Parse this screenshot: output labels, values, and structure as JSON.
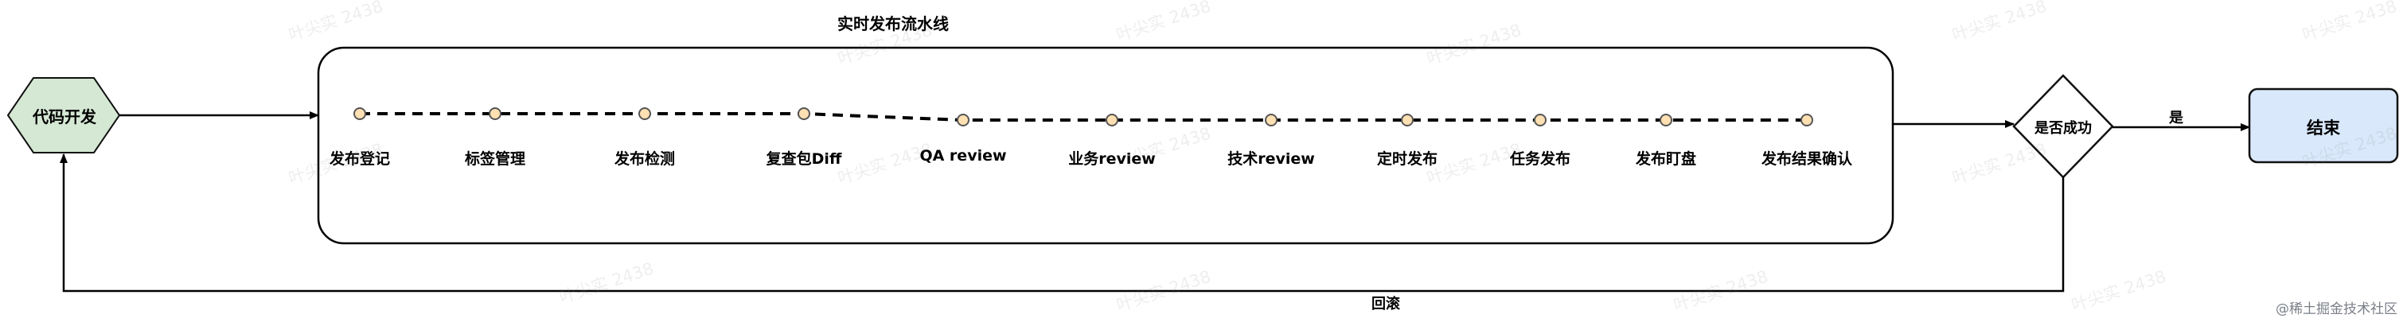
{
  "diagram": {
    "title": "实时发布流水线",
    "start_node": "代码开发",
    "decision_node": "是否成功",
    "end_node": "结束",
    "yes_label": "是",
    "rollback_label": "回滚",
    "stages": [
      "发布登记",
      "标签管理",
      "发布检测",
      "复查包Diff",
      "QA review",
      "业务review",
      "技术review",
      "定时发布",
      "任务发布",
      "发布盯盘",
      "发布结果确认"
    ]
  },
  "colors": {
    "start_fill": "#d5e8d4",
    "start_stroke": "#82b366",
    "end_fill": "#dae8fc",
    "end_stroke": "#6c8ebf",
    "stage_dot_fill": "#ffe0b2",
    "stage_dot_stroke": "#555555",
    "line": "#000000"
  },
  "watermark_text": "叶尖实 2438",
  "footer_text": "@稀土掘金技术社区"
}
